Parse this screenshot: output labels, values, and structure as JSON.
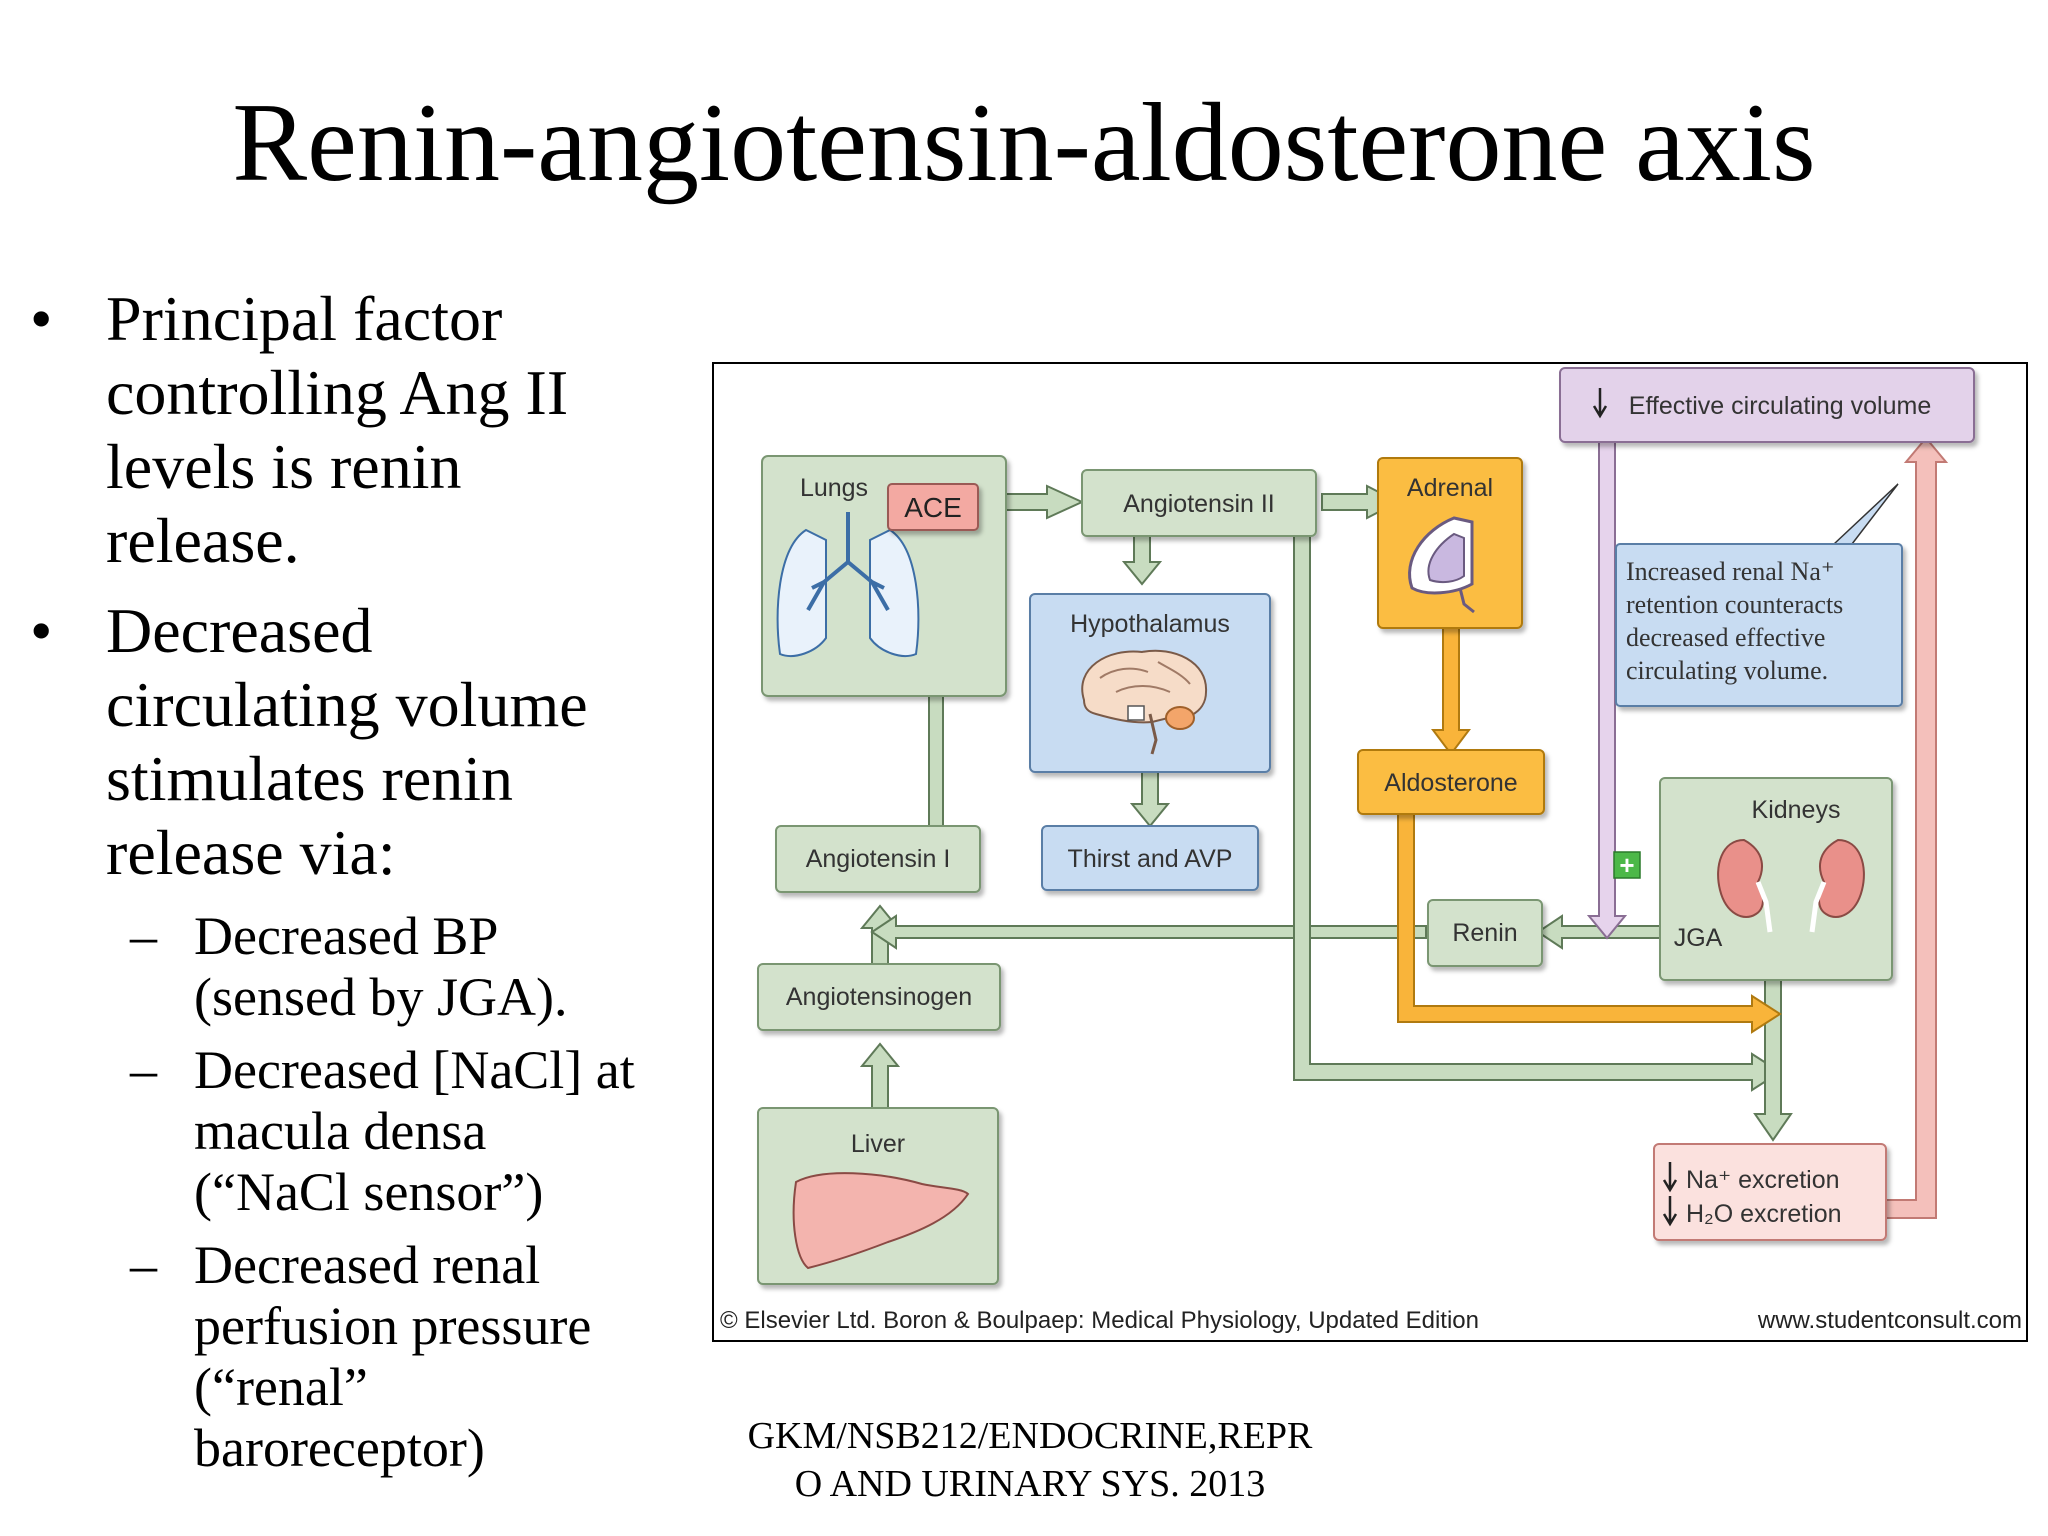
{
  "slide": {
    "title": "Renin-angiotensin-aldosterone axis",
    "bullets": [
      {
        "symbol": "•",
        "lines": [
          "Principal factor",
          "controlling Ang II",
          "levels is renin",
          "release."
        ]
      },
      {
        "symbol": "•",
        "lines": [
          "Decreased",
          "circulating volume",
          "stimulates renin",
          "release via:"
        ]
      }
    ],
    "sub_bullets": [
      {
        "symbol": "–",
        "lines": [
          "Decreased BP",
          "(sensed  by JGA)."
        ]
      },
      {
        "symbol": "–",
        "lines": [
          "Decreased [NaCl] at",
          "macula densa",
          "(“NaCl sensor”)"
        ]
      },
      {
        "symbol": "–",
        "lines": [
          "Decreased renal",
          "perfusion pressure",
          "(“renal”",
          "baroreceptor)"
        ]
      }
    ],
    "footer": [
      "GKM/NSB212/ENDOCRINE,REPR",
      "O AND URINARY SYS. 2013"
    ]
  },
  "figure": {
    "nodes": {
      "lungs": "Lungs",
      "ace": "ACE",
      "angiotensin_ii": "Angiotensin II",
      "adrenal": "Adrenal",
      "hypothalamus": "Hypothalamus",
      "thirst_avp": "Thirst and AVP",
      "aldosterone": "Aldosterone",
      "angiotensin_i": "Angiotensin I",
      "angiotensinogen": "Angiotensinogen",
      "liver": "Liver",
      "renin": "Renin",
      "kidneys": "Kidneys",
      "jga": "JGA",
      "effective_volume": "Effective circulating volume",
      "na_excretion": "Na⁺ excretion",
      "h2o_excretion": "H₂O excretion"
    },
    "note_lines": [
      "Increased renal Na⁺",
      "retention counteracts",
      "decreased effective",
      "circulating volume."
    ],
    "plus_sign": "+",
    "credit_left": "© Elsevier Ltd. Boron & Boulpaep: Medical Physiology, Updated Edition",
    "credit_right": "www.studentconsult.com",
    "colors": {
      "green_box": "#d3e2cc",
      "green_edge": "#7a9672",
      "blue_box": "#c8dcf2",
      "orange_box": "#fbbd42",
      "purple_box": "#e3d2ea",
      "pink_box": "#fbe1de",
      "ace_box": "#f3a9a2",
      "orange_arrow": "#f9b43a",
      "pink_arrow": "#f4c0bb",
      "purple_arrow": "#e6d3ec"
    }
  }
}
